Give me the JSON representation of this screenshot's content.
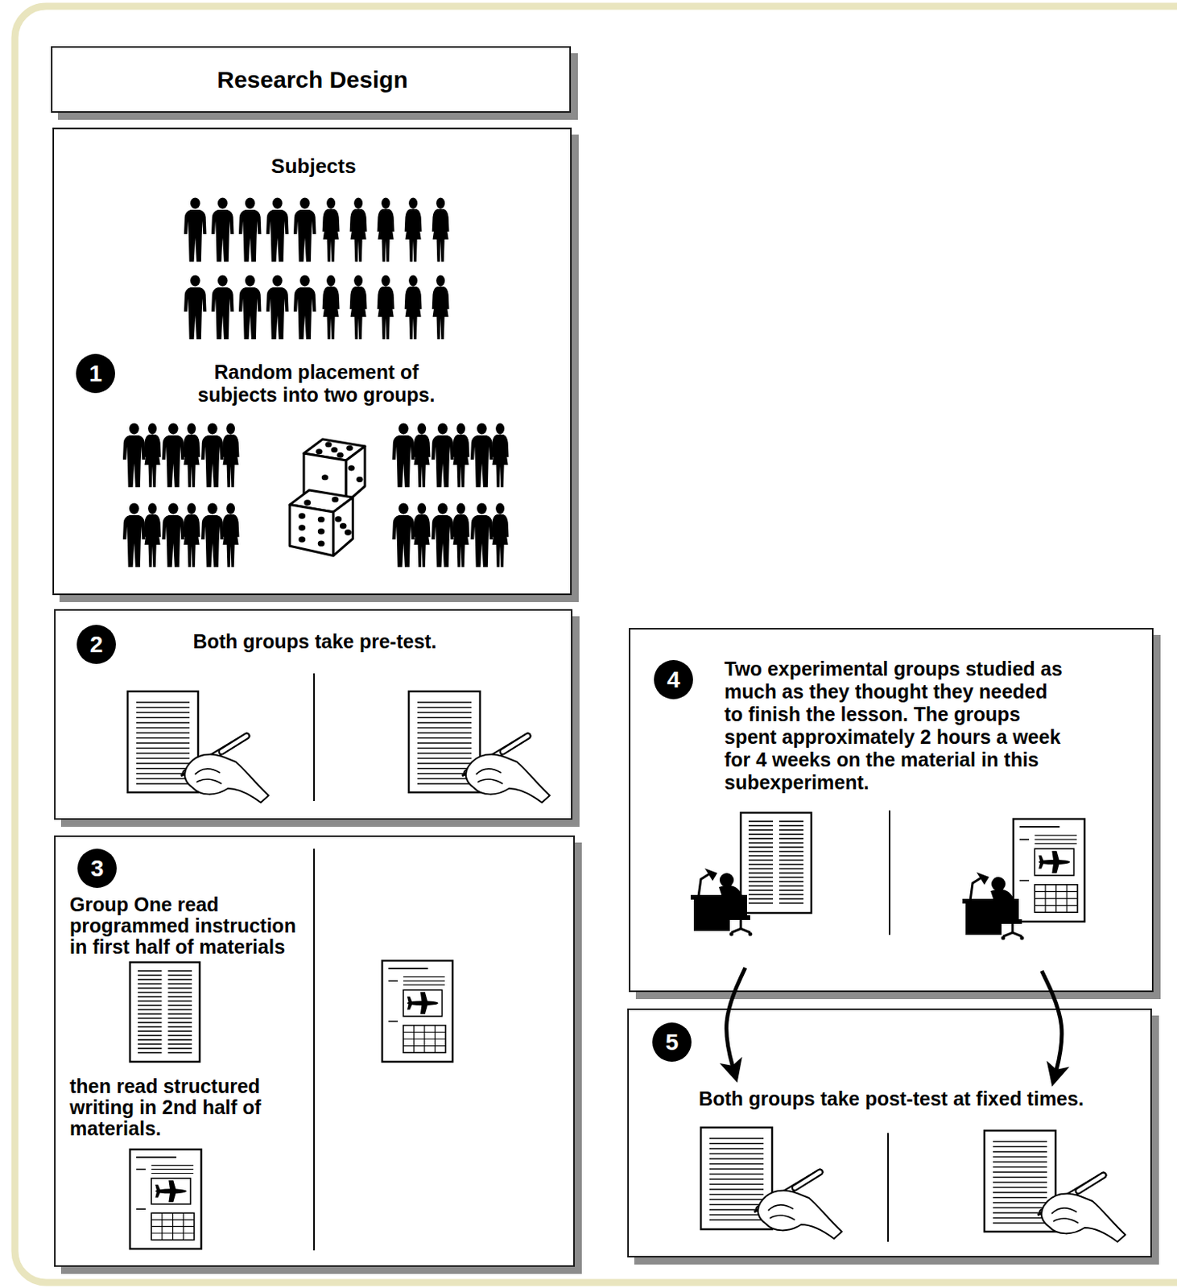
{
  "diagram": {
    "nodes": [
      {
        "text": [
          "Research Design"
        ]
      },
      {
        "text": [
          "Subjects",
          "Random placement of subjects into two groups."
        ]
      },
      {
        "text": [
          "Both groups take pre-test."
        ]
      },
      {
        "text": [
          "Group One read programmed instruction in first half of materials",
          "then read structured writing in 2nd half of materials."
        ]
      },
      {
        "text": [
          "Two experimental groups studied as much as they thought they needed to finish the lesson. The groups spent approximately 2 hours a week for 4 weeks on the material in this subexperiment."
        ]
      },
      {
        "text": [
          "Both groups take post-test at fixed times."
        ]
      }
    ],
    "edges": [
      {
        "from": 4,
        "to": 5,
        "arrow": "to"
      },
      {
        "from": 4,
        "to": 5,
        "arrow": "to"
      }
    ],
    "labels": [
      "1",
      "2",
      "3",
      "4",
      "5"
    ]
  }
}
